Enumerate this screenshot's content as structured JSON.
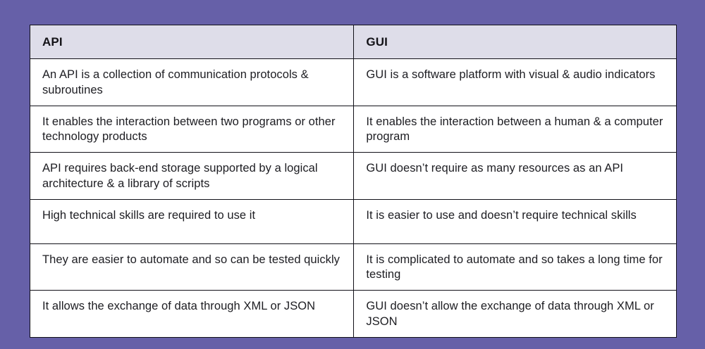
{
  "slide": {
    "background_color": "#6660a8",
    "table_border_color": "#111018",
    "header_background_color": "#dedde9",
    "cell_background_color": "#ffffff",
    "text_color": "#1d1d22"
  },
  "table": {
    "columns": [
      {
        "header": "API"
      },
      {
        "header": "GUI"
      }
    ],
    "rows": [
      {
        "api": "An API is a collection of communication protocols & subroutines",
        "gui": "GUI is a software platform with visual & audio indicators"
      },
      {
        "api": "It enables the interaction between two programs or other technology products",
        "gui": "It enables the interaction between a human & a computer program"
      },
      {
        "api": "API requires back-end storage supported by a logical architecture & a library of scripts",
        "gui": "GUI doesn’t require as many resources as an API"
      },
      {
        "api": "High technical skills are required to use it",
        "gui": "It is easier to use and doesn’t require technical skills"
      },
      {
        "api": "They are easier to automate and so can be tested quickly",
        "gui": "It is complicated to automate and so takes a long time for testing"
      },
      {
        "api": "It allows the exchange of data through XML or JSON",
        "gui": "GUI doesn’t allow the exchange of data through XML or JSON"
      }
    ]
  }
}
